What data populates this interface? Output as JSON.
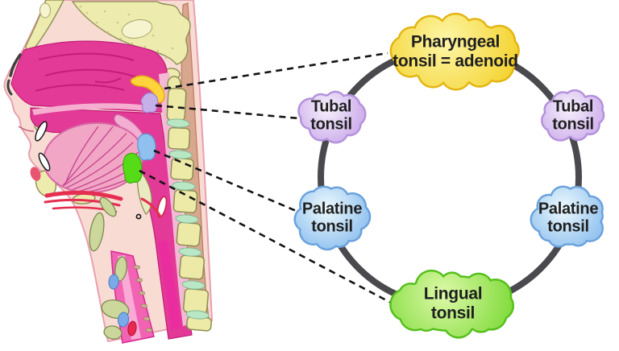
{
  "labels": {
    "pharyngeal": {
      "line1": "Pharyngeal",
      "line2": "tonsil = adenoid"
    },
    "tubal_left": {
      "line1": "Tubal",
      "line2": "tonsil"
    },
    "tubal_right": {
      "line1": "Tubal",
      "line2": "tonsil"
    },
    "palatine_left": {
      "line1": "Palatine",
      "line2": "tonsil"
    },
    "palatine_right": {
      "line1": "Palatine",
      "line2": "tonsil"
    },
    "lingual": {
      "line1": "Lingual",
      "line2": "tonsil"
    }
  },
  "ring": {
    "color": "#4a4a4e"
  },
  "connectors": {
    "color": "#141414"
  },
  "text_color": "#1f1f1f",
  "clouds": {
    "pharyngeal": {
      "edge": "#e3b512",
      "light": "#fdf6a8",
      "deep": "#f3cf22"
    },
    "tubal": {
      "edge": "#b492dc",
      "light": "#f6f0fc",
      "deep": "#d0b2ec"
    },
    "palatine": {
      "edge": "#6ba2dd",
      "light": "#eefafd",
      "deep": "#97c5f0"
    },
    "lingual": {
      "edge": "#55c01c",
      "light": "#ddf9a8",
      "deep": "#78d832"
    }
  },
  "sites": {
    "pharyngeal": {
      "color": "#ffd33c"
    },
    "tubal": {
      "color": "#c6b0e9"
    },
    "palatine": {
      "color": "#8fc0ee"
    },
    "lingual": {
      "color": "#55dc17"
    }
  }
}
